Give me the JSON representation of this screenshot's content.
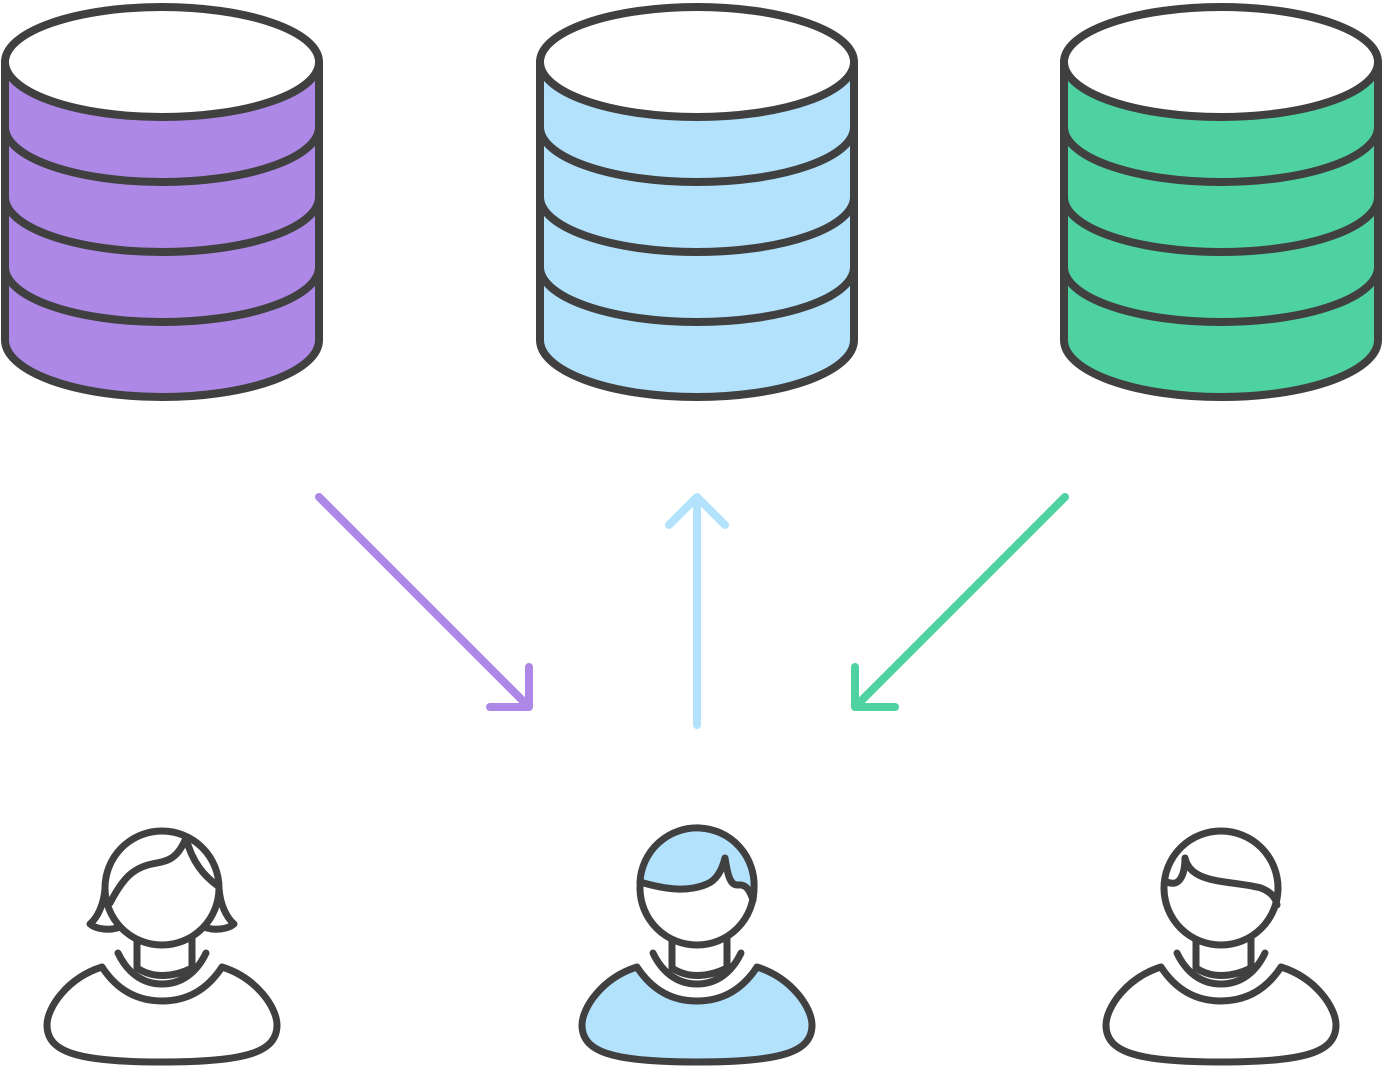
{
  "colors": {
    "outline": "#404040",
    "purple": "#ad88e6",
    "blue": "#b3e2fd",
    "green": "#4ed2a1",
    "white": "#ffffff"
  },
  "databases": [
    {
      "name": "database-purple",
      "fill": "#ad88e6"
    },
    {
      "name": "database-blue",
      "fill": "#b3e2fd"
    },
    {
      "name": "database-green",
      "fill": "#4ed2a1"
    }
  ],
  "arrows": [
    {
      "name": "arrow-purple-to-user",
      "direction": "down-right",
      "color": "#ad88e6"
    },
    {
      "name": "arrow-user-to-blue",
      "direction": "up",
      "color": "#b3e2fd"
    },
    {
      "name": "arrow-green-to-user",
      "direction": "down-left",
      "color": "#4ed2a1"
    }
  ],
  "users": [
    {
      "name": "user-female",
      "fill": "#ffffff"
    },
    {
      "name": "user-center-highlighted",
      "fill": "#b3e2fd"
    },
    {
      "name": "user-male",
      "fill": "#ffffff"
    }
  ]
}
